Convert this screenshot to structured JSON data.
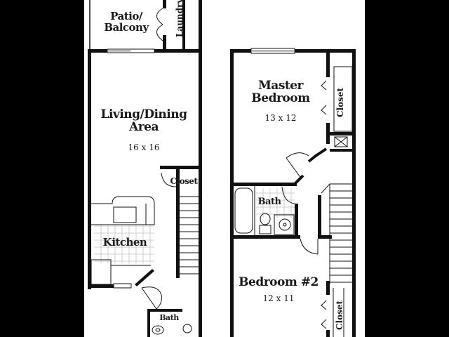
{
  "floorplan": {
    "first_floor": {
      "patio": {
        "label_line1": "Patio/",
        "label_line2": "Balcony"
      },
      "laundry": {
        "label": "Laundry"
      },
      "living": {
        "label_line1": "Living/Dining",
        "label_line2": "Area",
        "dims": "16 x 16"
      },
      "closet": {
        "label": "Closet"
      },
      "kitchen": {
        "label": "Kitchen"
      },
      "bath": {
        "label": "Bath"
      }
    },
    "second_floor": {
      "master": {
        "label_line1": "Master",
        "label_line2": "Bedroom",
        "dims": "13 x 12"
      },
      "master_closet": {
        "label": "Closet"
      },
      "bath": {
        "label": "Bath"
      },
      "bedroom2": {
        "label": "Bedroom #2",
        "dims": "12 x 11"
      },
      "bedroom2_closet": {
        "label": "Closet"
      }
    }
  },
  "colors": {
    "background": "#000000",
    "paper": "#ffffff",
    "wall": "#111111",
    "tile": "#cccccc"
  }
}
